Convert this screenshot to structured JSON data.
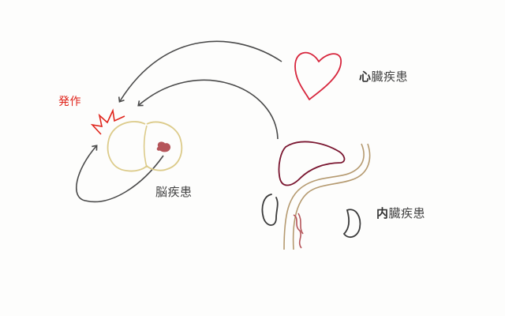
{
  "labels": {
    "heart": {
      "accent": "心",
      "rest": "臓疾患"
    },
    "brain": "脳疾患",
    "organs": {
      "accent": "内",
      "rest": "臓疾患"
    },
    "attack": "発作"
  },
  "colors": {
    "arrow": "#4a4a4a",
    "heart": "#d7263d",
    "brain": "#dccb8a",
    "lesion": "#b5555a",
    "liver": "#7a1630",
    "intestine": "#b59a70",
    "kidney": "#3a3a3a",
    "attack": "#e0241b"
  },
  "icons": [
    "heart-icon",
    "brain-icon",
    "liver-icon",
    "intestine-icon",
    "kidney-icon",
    "burst-icon"
  ]
}
